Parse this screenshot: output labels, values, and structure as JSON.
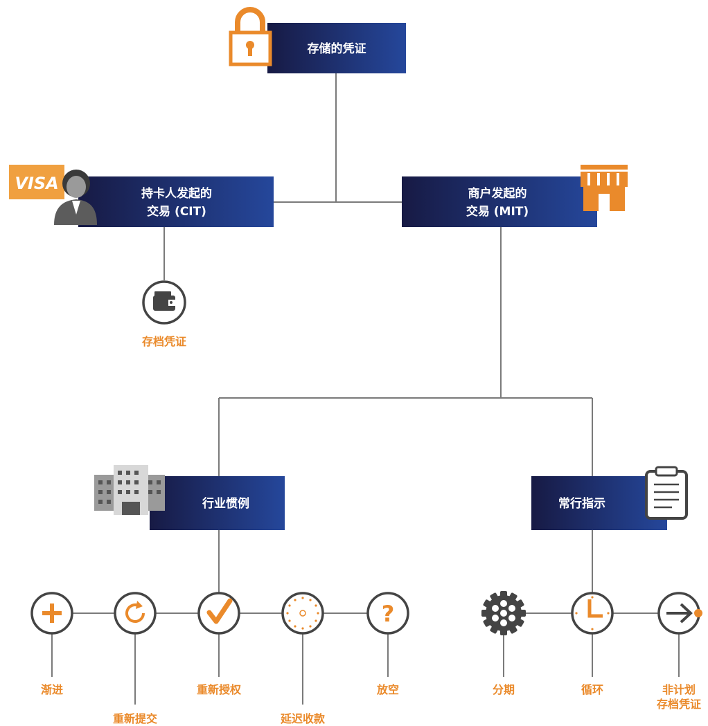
{
  "boxes": {
    "stored_credential": "存储的凭证",
    "cit_line1": "持卡人发起的",
    "cit_line2": "交易 (CIT)",
    "mit_line1": "商户发起的",
    "mit_line2": "交易 (MIT)",
    "industry": "行业惯例",
    "standing": "常行指示"
  },
  "visa_logo": "VISA",
  "cit_child": "存档凭证",
  "industry_items": [
    "渐进",
    "重新提交",
    "重新授权",
    "延迟收款",
    "放空"
  ],
  "standing_items": [
    "分期",
    "循环"
  ],
  "standing_last_line1": "非计划",
  "standing_last_line2": "存档凭证",
  "colors": {
    "navy": "#1b2055",
    "blue": "#1f3d8c",
    "orange": "#ea8a2b",
    "line": "#7a7a7a"
  },
  "icons": [
    "lock-icon",
    "visa-logo",
    "person-icon",
    "store-icon",
    "wallet-icon",
    "buildings-icon",
    "clipboard-icon",
    "plus-icon",
    "refresh-icon",
    "check-icon",
    "dial-icon",
    "question-icon",
    "gear-icon",
    "clock-icon",
    "arrow-right-icon"
  ]
}
